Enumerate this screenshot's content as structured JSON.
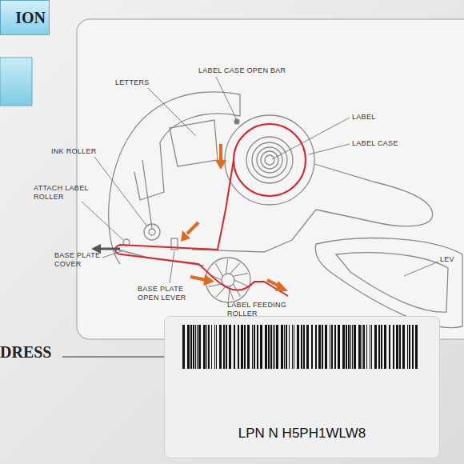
{
  "diagram": {
    "nodes": [
      {
        "text": [
          "ION"
        ]
      },
      {
        "text": [
          "LPN N H5PH1WLW8"
        ]
      }
    ],
    "labels": [
      "LETTERS",
      "LABEL CASE OPEN BAR",
      "LABEL",
      "LABEL CASE",
      "INK ROLLER",
      "ATTACH LABEL ROLLER",
      "BASE PLATE COVER",
      "BASE PLATE OPEN LEVER",
      "LABEL FEEDING ROLLER",
      "LEV",
      "DRESS"
    ]
  }
}
